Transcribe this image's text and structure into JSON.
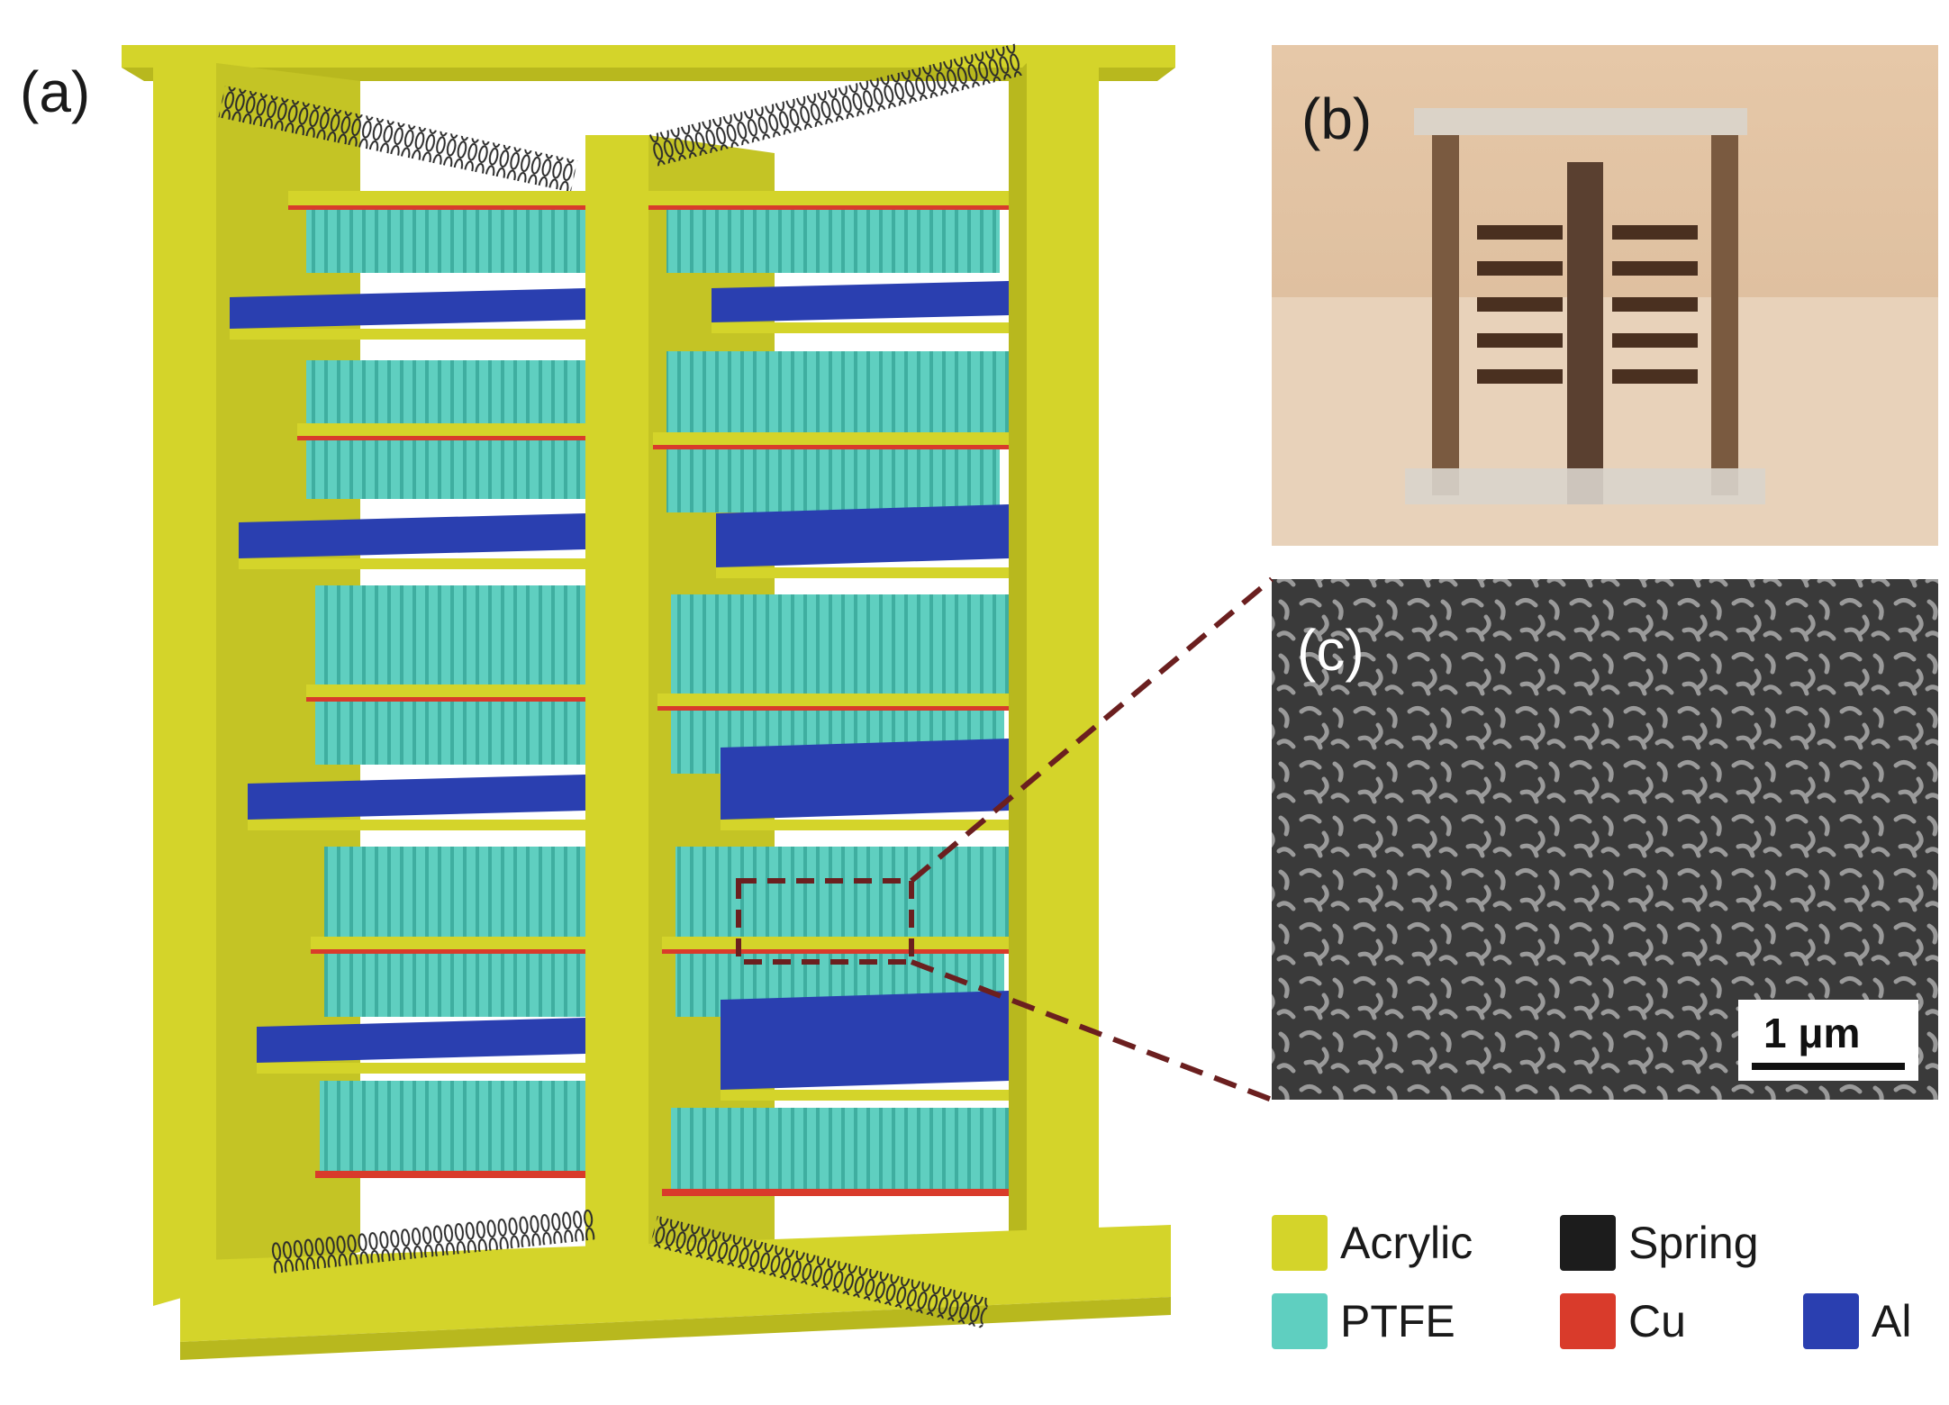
{
  "panels": {
    "a": {
      "label": "(a)"
    },
    "b": {
      "label": "(b)"
    },
    "c": {
      "label": "(c)",
      "scale_bar": "1 μm"
    }
  },
  "legend": [
    {
      "id": "acrylic",
      "label": "Acrylic",
      "color": "#d4d42a"
    },
    {
      "id": "spring",
      "label": "Spring",
      "color": "#1c1c1c"
    },
    {
      "id": "ptfe",
      "label": "PTFE",
      "color": "#5fcfc0"
    },
    {
      "id": "cu",
      "label": "Cu",
      "color": "#d93b2b"
    },
    {
      "id": "al",
      "label": "Al",
      "color": "#2a3fb0"
    }
  ],
  "colors": {
    "acrylic": "#d4d42a",
    "acrylic_dark": "#b8b81e",
    "ptfe": "#5fcfc0",
    "cu": "#d93b2b",
    "al": "#2a3fb0",
    "leader": "#6b1f1f"
  }
}
